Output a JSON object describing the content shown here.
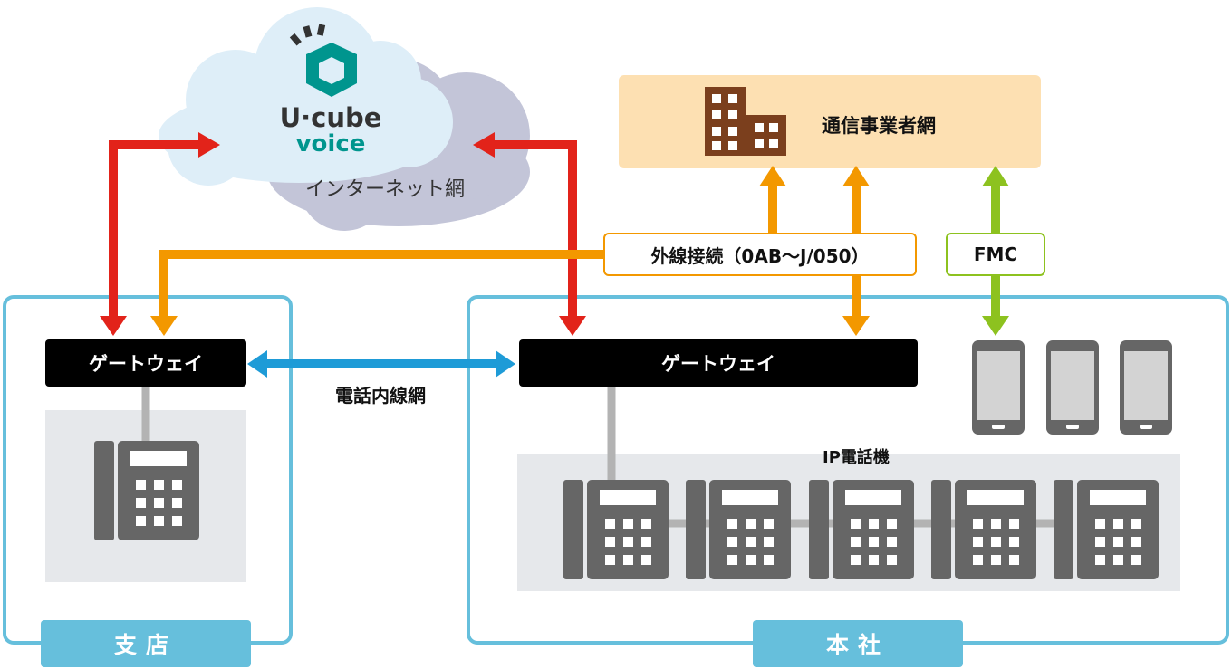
{
  "cloud": {
    "brand_line1": "U·cube",
    "brand_line2": "voice",
    "network_label": "インターネット網"
  },
  "carrier": {
    "label": "通信事業者網"
  },
  "links": {
    "external": "外線接続（0AB〜J/050）",
    "fmc": "FMC",
    "extension": "電話内線網"
  },
  "branch": {
    "gateway": "ゲートウェイ",
    "tag": "支店"
  },
  "hq": {
    "gateway": "ゲートウェイ",
    "tag": "本社",
    "phones_label": "IP電話機"
  },
  "colors": {
    "red": "#e2231a",
    "orange": "#f39800",
    "green": "#8dc21f",
    "blue": "#1e9bd7",
    "frame": "#66bfdc",
    "carrier_bg": "#fde0b2",
    "building": "#7b3f1d",
    "logo": "#00958e",
    "phone": "#666666"
  },
  "icons": {
    "logo": "cube-logo-icon",
    "building": "office-building-icon",
    "desk_phone": "desk-phone-icon",
    "smartphone": "smartphone-icon"
  }
}
